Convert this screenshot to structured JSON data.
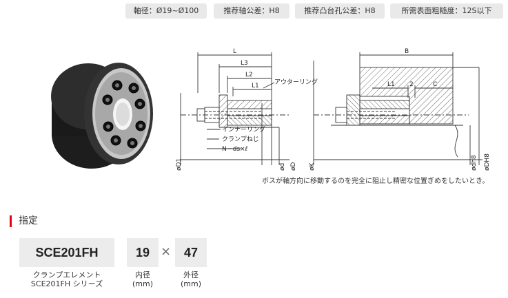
{
  "tags": [
    "軸径：Ø19~Ø100",
    "推荐轴公差：H8",
    "推荐凸台孔公差：H8",
    "所需表面粗糙度：12S以下"
  ],
  "drawing": {
    "dims": {
      "L": "L",
      "L3": "L3",
      "L2": "L2",
      "L1": "L1",
      "B": "B",
      "L1r": "L1",
      "two": "2",
      "C": "C"
    },
    "callouts": {
      "outer_ring": "アウターリング",
      "inner_ring": "インナーリング",
      "clamp_screw": "クランプねじ",
      "screw_spec": "N－ds×ℓ"
    },
    "diameters": {
      "D1": "øD1",
      "d": "ød",
      "D": "øD",
      "K": "øK",
      "dh8": "ødh8",
      "DH8": "øDH8"
    },
    "note": "ボスが軸方向に移動するのを完全に阻止し精密な位置ぎめをしたいとき。"
  },
  "section": {
    "title": "指定"
  },
  "spec": {
    "model": "SCE201FH",
    "model_caption_line1": "クランプエレメント",
    "model_caption_line2": "SCE201FH シリーズ",
    "inner_value": "19",
    "inner_label": "内径",
    "inner_unit": "(mm)",
    "times": "×",
    "outer_value": "47",
    "outer_label": "外径",
    "outer_unit": "(mm)"
  }
}
